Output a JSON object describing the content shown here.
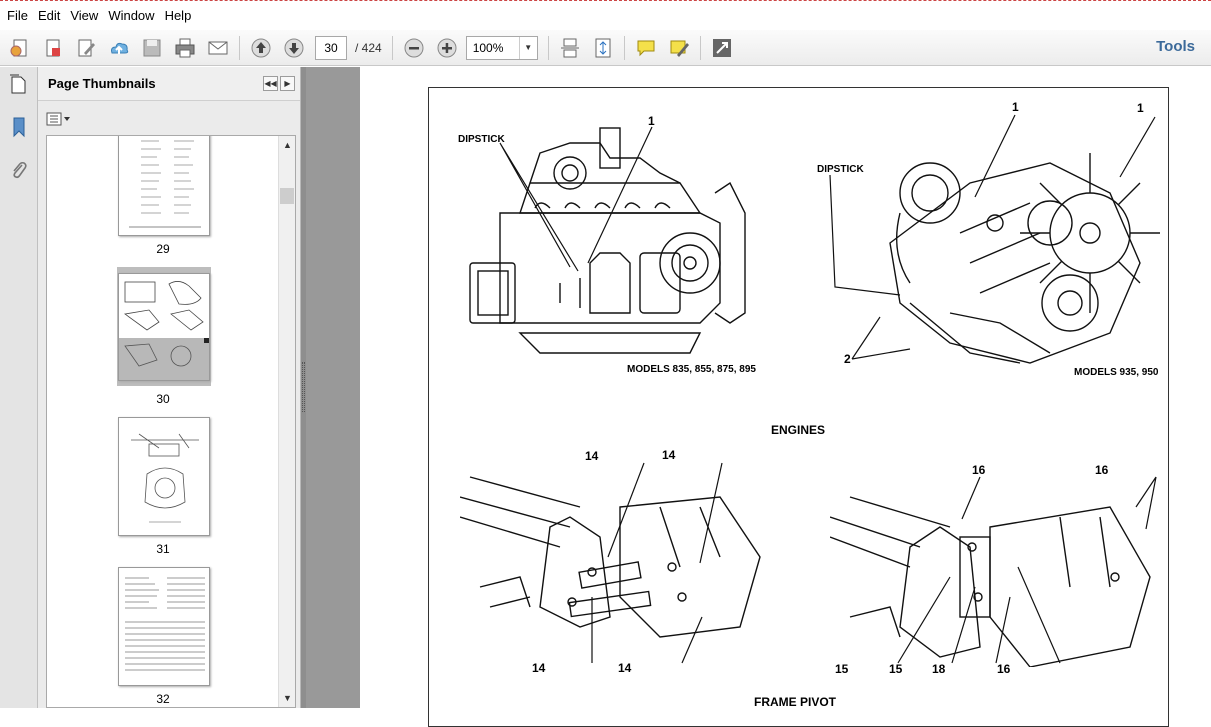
{
  "menu": [
    "File",
    "Edit",
    "View",
    "Window",
    "Help"
  ],
  "toolbar": {
    "page_current": "30",
    "page_total": "/ 424",
    "zoom": "100%",
    "tools_label": "Tools"
  },
  "panel": {
    "title": "Page Thumbnails",
    "thumbnails": [
      {
        "num": "29"
      },
      {
        "num": "30",
        "selected": true
      },
      {
        "num": "31"
      },
      {
        "num": "32"
      }
    ]
  },
  "document": {
    "labels": {
      "dipstick_left": "DIPSTICK",
      "dipstick_right": "DIPSTICK",
      "callout_1a": "1",
      "callout_1b": "1",
      "callout_1c": "1",
      "callout_2": "2",
      "models_left": "MODELS 835, 855, 875, 895",
      "models_right": "MODELS 935, 950",
      "engines": "ENGINES",
      "callout_14a": "14",
      "callout_14b": "14",
      "callout_14c": "14",
      "callout_14d": "14",
      "callout_16a": "16",
      "callout_16b": "16",
      "callout_16c": "16",
      "callout_15a": "15",
      "callout_15b": "15",
      "callout_18": "18",
      "frame_pivot": "FRAME PIVOT"
    }
  }
}
